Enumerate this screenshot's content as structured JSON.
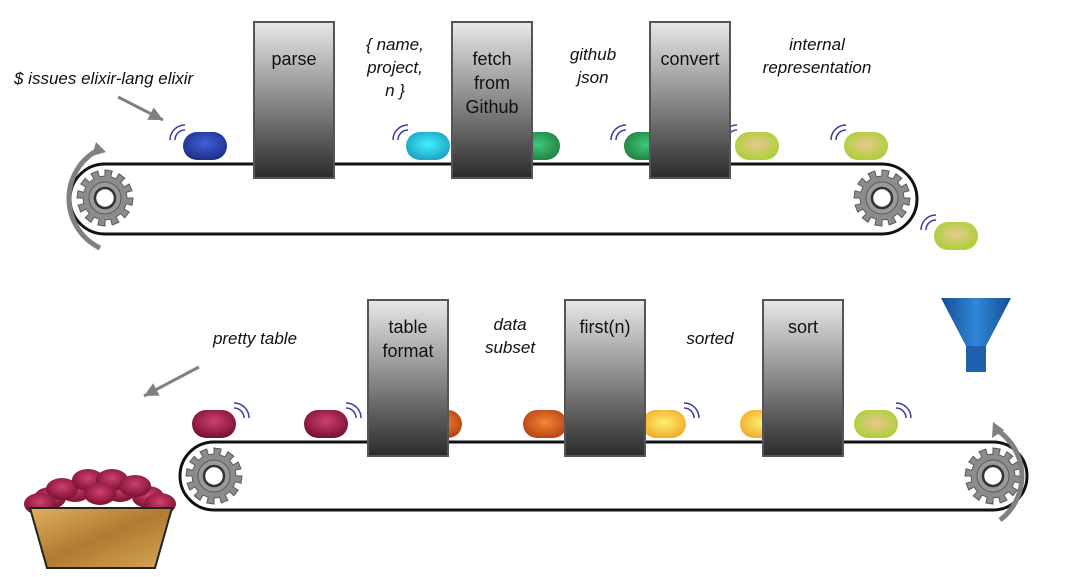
{
  "command": "$ issues elixir-lang elixir",
  "output_label": "pretty table",
  "top_line": {
    "stages": [
      {
        "label": "parse"
      },
      {
        "label": "fetch\nfrom\nGithub"
      },
      {
        "label": "convert"
      }
    ],
    "data_labels": [
      "{ name,\nproject,\nn }",
      "github\njson",
      "internal\nrepresentation"
    ]
  },
  "bottom_line": {
    "stages": [
      {
        "label": "table\nformat"
      },
      {
        "label": "first(n)"
      },
      {
        "label": "sort"
      }
    ],
    "data_labels": [
      "data\nsubset",
      "sorted"
    ]
  },
  "colors": {
    "box_dark": "#2b2b2b",
    "box_light": "#e6e6e6",
    "belt": "#111111",
    "gear": "#8c8c8c",
    "funnel": "#1f6fbf",
    "basket": "#c99040",
    "pill_blue": "#2b3fa8",
    "pill_cyan": "#24c6d8",
    "pill_green": "#2aa860",
    "pill_lime": "#b7d838",
    "pill_yellow": "#f0c830",
    "pill_orange": "#d8581a",
    "pill_crimson": "#a01c45"
  },
  "icons": [
    "gear-icon",
    "arrow-icon",
    "funnel-icon",
    "basket-icon",
    "pill-icon"
  ]
}
